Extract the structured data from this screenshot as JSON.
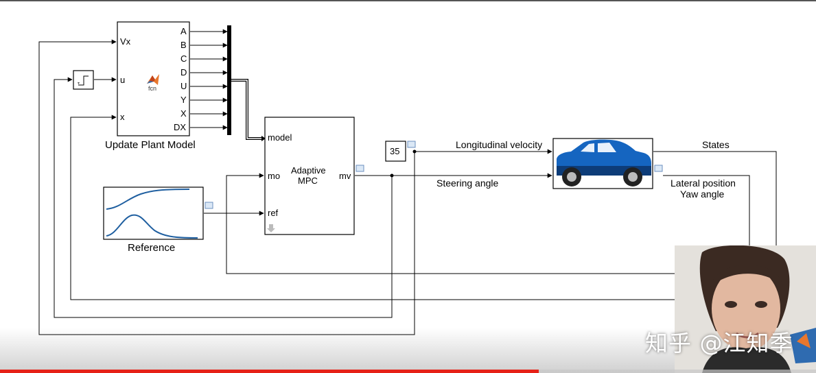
{
  "blocks": {
    "update_plant_model": {
      "title": "Update Plant Model",
      "inputs": [
        "Vx",
        "u",
        "x"
      ],
      "outputs": [
        "A",
        "B",
        "C",
        "D",
        "U",
        "Y",
        "X",
        "DX"
      ],
      "fcn_label": "fcn"
    },
    "adaptive_mpc": {
      "title_line1": "Adaptive",
      "title_line2": "MPC",
      "inputs": [
        "model",
        "mo",
        "ref"
      ],
      "output": "mv"
    },
    "reference": {
      "title": "Reference"
    },
    "constant": {
      "value": "35"
    },
    "vehicle": {
      "icon": "car-icon",
      "color": "#1565c0"
    }
  },
  "signals": {
    "longitudinal_velocity": "Longitudinal velocity",
    "steering_angle": "Steering angle",
    "states": "States",
    "lateral_position": "Lateral position",
    "yaw_angle": "Yaw angle"
  },
  "overlay": {
    "watermark": "知乎 @江知季",
    "progress_fraction": 0.66
  },
  "colors": {
    "curve": "#1f5fa0",
    "progress": "#e62117"
  }
}
